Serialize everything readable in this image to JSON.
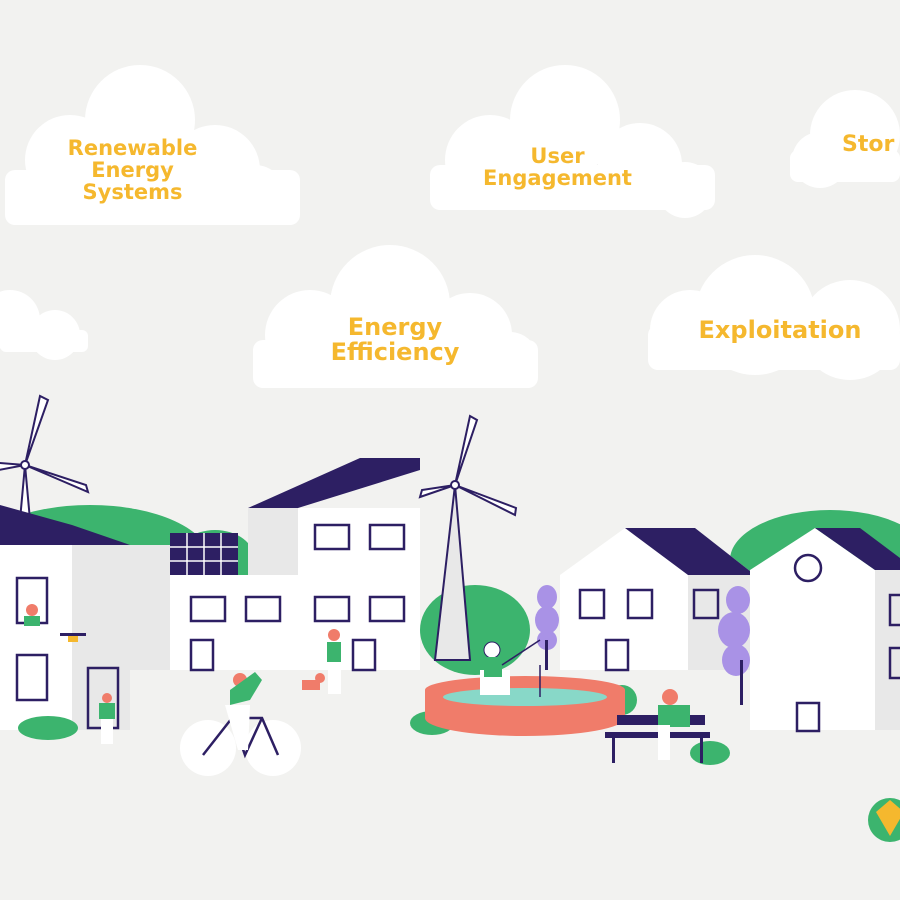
{
  "clouds": {
    "renewable": "Renewable\nEnergy\nSystems",
    "user_engagement": "User\nEngagement",
    "storage": "Stor",
    "energy_efficiency": "Energy\nEfficiency",
    "exploitation": "Exploitation"
  },
  "colors": {
    "background": "#f2f2f0",
    "cloud": "#ffffff",
    "label": "#f5b82e",
    "roof": "#2d1f63",
    "green": "#3cb46e",
    "lavender": "#a992e6",
    "coral": "#f07c6a",
    "wall": "#ffffff",
    "wall_shade": "#e6e6e6"
  },
  "icons": [
    "wind-turbine-icon",
    "solar-panel-icon",
    "house-icon",
    "bicycle-icon",
    "fountain-icon",
    "bench-icon",
    "logo-icon"
  ]
}
